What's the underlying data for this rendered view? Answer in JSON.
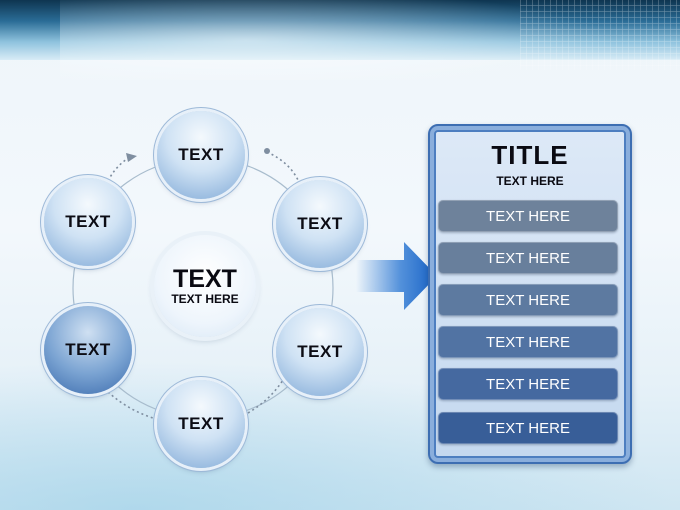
{
  "center": {
    "title": "TEXT",
    "subtitle": "TEXT HERE"
  },
  "cycle_nodes": [
    {
      "label": "TEXT"
    },
    {
      "label": "TEXT"
    },
    {
      "label": "TEXT"
    },
    {
      "label": "TEXT"
    },
    {
      "label": "TEXT"
    },
    {
      "label": "TEXT"
    }
  ],
  "panel": {
    "title": "TITLE",
    "subtitle": "TEXT HERE",
    "items": [
      {
        "label": "TEXT HERE",
        "color": "#6e829b"
      },
      {
        "label": "TEXT HERE",
        "color": "#687f9c"
      },
      {
        "label": "TEXT HERE",
        "color": "#5d7aa0"
      },
      {
        "label": "TEXT HERE",
        "color": "#5173a3"
      },
      {
        "label": "TEXT HERE",
        "color": "#4569a0"
      },
      {
        "label": "TEXT HERE",
        "color": "#385e98"
      }
    ]
  },
  "colors": {
    "arrow": "#1f6fd0",
    "panel_border": "#3d6eb2"
  }
}
